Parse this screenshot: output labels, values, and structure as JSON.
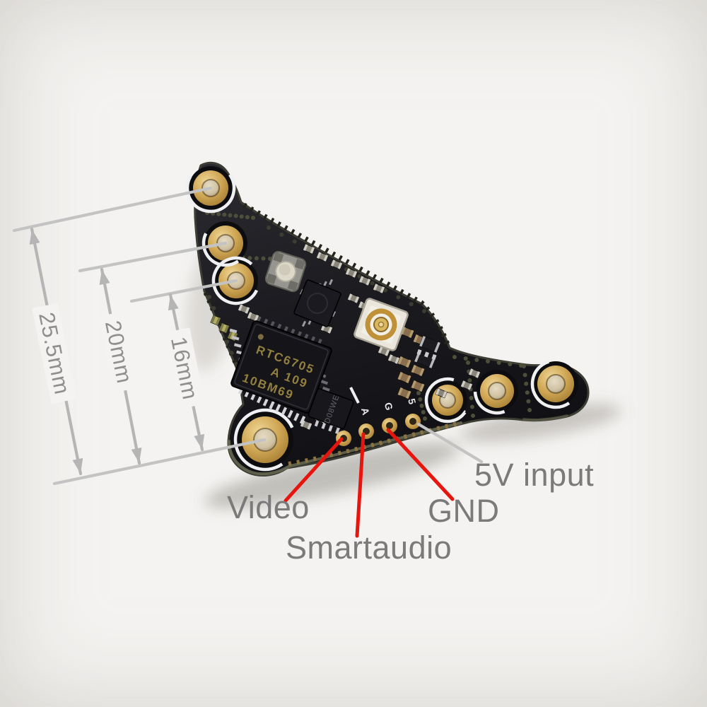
{
  "annotations": {
    "dimensions": {
      "overall": "25.5mm",
      "middle": "20mm",
      "inner": "16mm"
    },
    "pins": {
      "video": "Video",
      "smartaudio": "Smartaudio",
      "gnd": "GND",
      "power": "5V input"
    }
  },
  "board": {
    "main_chip": {
      "line1": "RTC6705",
      "line2": "A 109",
      "line3": "10BM69"
    },
    "regulator_chip_marking": "D08WE",
    "pad_silkscreen": {
      "smartaudio": "A",
      "gnd": "G",
      "power": "5"
    }
  },
  "colors": {
    "background": "#f4f3f1",
    "leader_gray": "#bcbcbc",
    "dimension_gray": "#b5b5b5",
    "leader_red": "#e8140e",
    "label_text": "#7a7a7a",
    "dimension_text": "#8f8f8f",
    "board_body": "#1a1a1f",
    "gold": "#cfa755"
  }
}
